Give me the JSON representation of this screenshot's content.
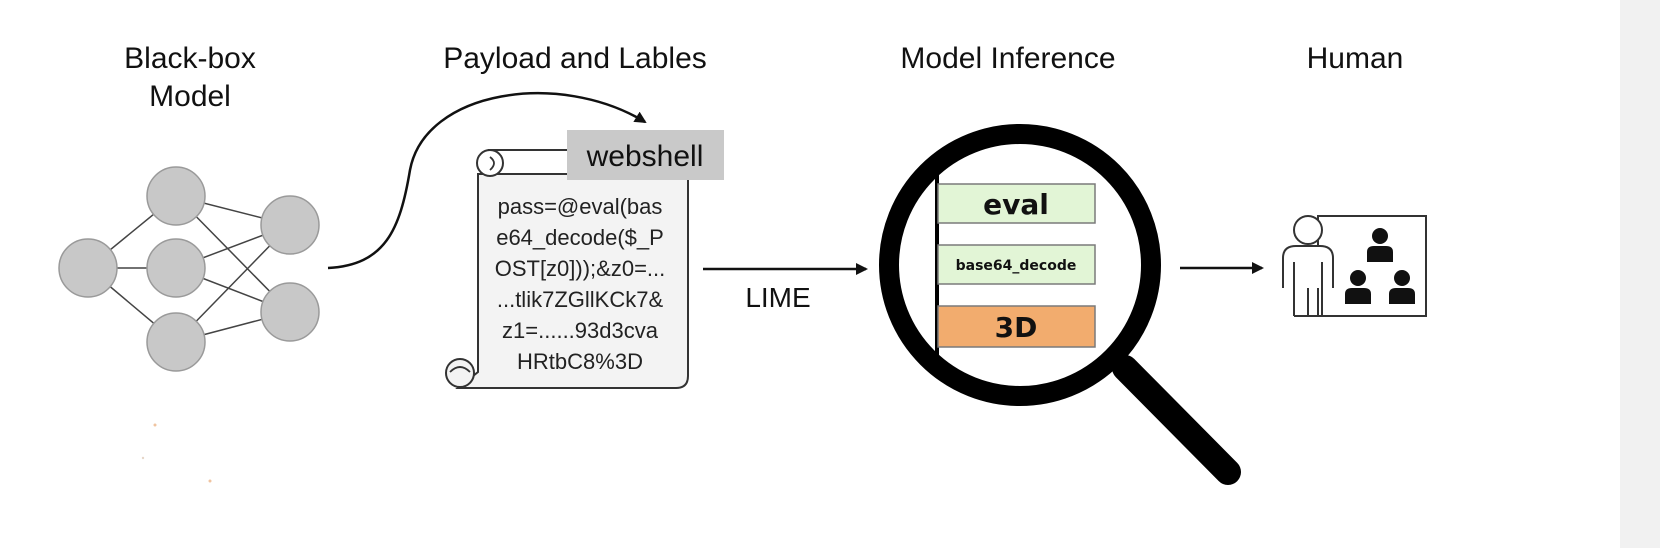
{
  "sections": {
    "blackbox": {
      "title_line1": "Black-box",
      "title_line2": "Model"
    },
    "payload": {
      "title": "Payload and Lables",
      "label": "webshell",
      "code_lines": [
        "pass=@eval(bas",
        "e64_decode($_P",
        "OST[z0]));&z0=...",
        "...tlik7ZGllKCk7&",
        "z1=......93d3cva",
        "HRtbC8%3D"
      ]
    },
    "inference": {
      "title": "Model Inference",
      "method": "LIME",
      "features": [
        {
          "label": "eval",
          "color": "#e2f5d6"
        },
        {
          "label": "base64_decode",
          "color": "#e2f5d6"
        },
        {
          "label": "3D",
          "color": "#f2ac6e"
        }
      ]
    },
    "human": {
      "title": "Human"
    }
  },
  "colors": {
    "node": "#c8c8c8",
    "node_stroke": "#9a9a9a",
    "magnifier": "#000000",
    "tag_bg": "#c9c9c9",
    "scroll_bg": "#f3f3f3"
  },
  "icons": [
    "neural-network-icon",
    "scroll-icon",
    "magnifier-icon",
    "person-icon",
    "audience-icon"
  ]
}
